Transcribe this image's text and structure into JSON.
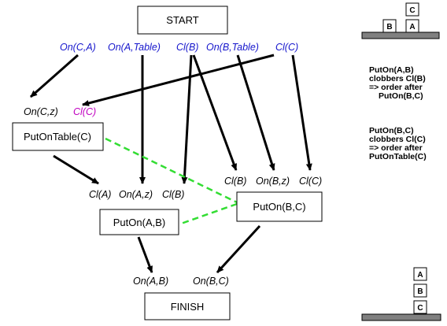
{
  "nodes": {
    "start": "START",
    "finish": "FINISH",
    "put_on_table_c": "PutOnTable(C)",
    "put_on_a_b": "PutOn(A,B)",
    "put_on_b_c": "PutOn(B,C)"
  },
  "start_effects": {
    "on_c_a": "On(C,A)",
    "on_a_table": "On(A,Table)",
    "cl_b": "Cl(B)",
    "on_b_table": "On(B,Table)",
    "cl_c": "Cl(C)"
  },
  "put_on_table_c_preconds": {
    "on_c_z": "On(C,z)",
    "cl_c": "Cl(C)"
  },
  "put_on_a_b_preconds": {
    "cl_a": "Cl(A)",
    "on_a_z": "On(A,z)",
    "cl_b": "Cl(B)"
  },
  "put_on_b_c_preconds": {
    "cl_b": "Cl(B)",
    "on_b_z": "On(B,z)",
    "cl_c": "Cl(C)"
  },
  "finish_preconds": {
    "on_a_b": "On(A,B)",
    "on_b_c": "On(B,C)"
  },
  "notes": {
    "note1": [
      "PutOn(A,B)",
      "clobbers Cl(B)",
      "=> order after",
      "PutOn(B,C)"
    ],
    "note2": [
      "PutOn(B,C)",
      "clobbers Cl(C)",
      "=> order after",
      "PutOnTable(C)"
    ]
  },
  "initial_state_blocks": {
    "top": "C",
    "left": "B",
    "right": "A"
  },
  "goal_state_blocks": {
    "top": "A",
    "middle": "B",
    "bottom": "C"
  },
  "colors": {
    "effect_text": "#1515cc",
    "clobber_text": "#c000c0",
    "ordering_dashes": "#33dd33",
    "lines": "#000000",
    "table": "#808080"
  }
}
